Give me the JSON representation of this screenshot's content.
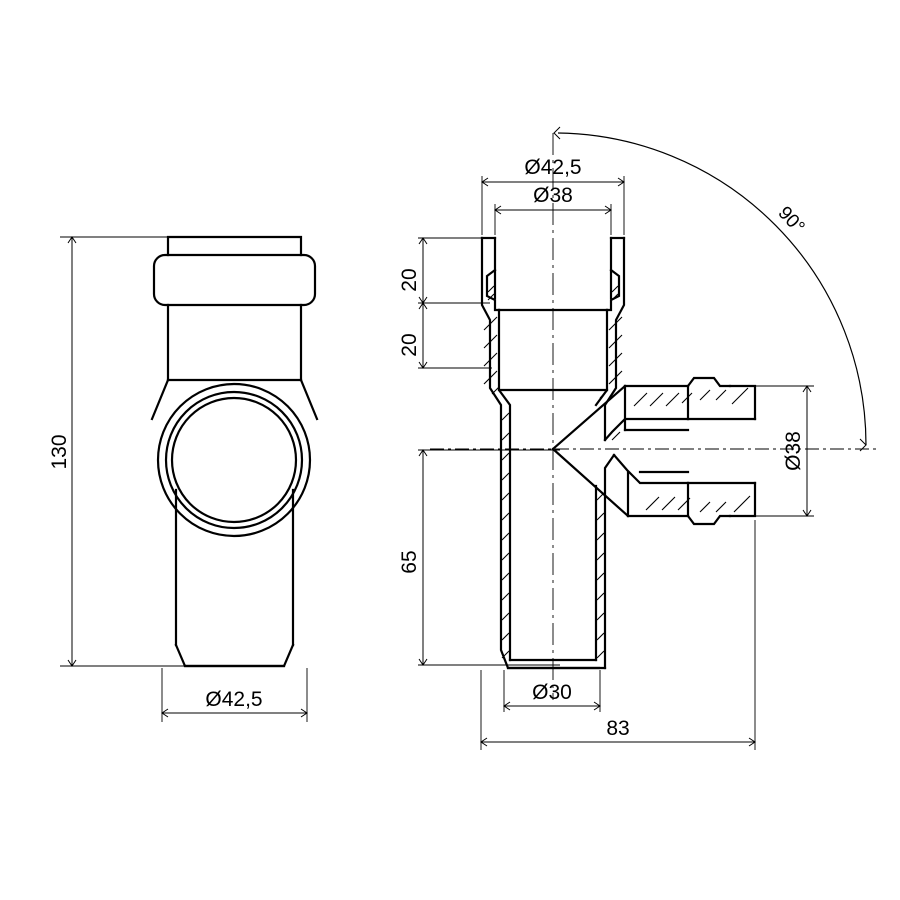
{
  "drawing": {
    "title": "Pipe branch fitting technical drawing",
    "background_color": "#ffffff",
    "line_color": "#000000",
    "units": "mm",
    "views": [
      {
        "name": "front-view",
        "label": ""
      },
      {
        "name": "section-view",
        "label": ""
      }
    ]
  },
  "dimensions": {
    "front_height": "130",
    "front_diameter": "Ø42,5",
    "socket_outer_diameter": "Ø42,5",
    "socket_inner_diameter": "Ø38",
    "socket_depth_upper": "20",
    "socket_depth_lower": "20",
    "branch_diameter": "Ø38",
    "main_lower_length": "65",
    "main_bore_diameter": "Ø30",
    "overall_width": "83",
    "branch_angle": "90°"
  },
  "labels": {
    "d1": "130",
    "d2": "Ø42,5",
    "d3": "Ø42,5",
    "d4": "Ø38",
    "d5": "20",
    "d6": "20",
    "d7": "Ø38",
    "d8": "65",
    "d9": "Ø30",
    "d10": "83",
    "d11": "90°"
  }
}
